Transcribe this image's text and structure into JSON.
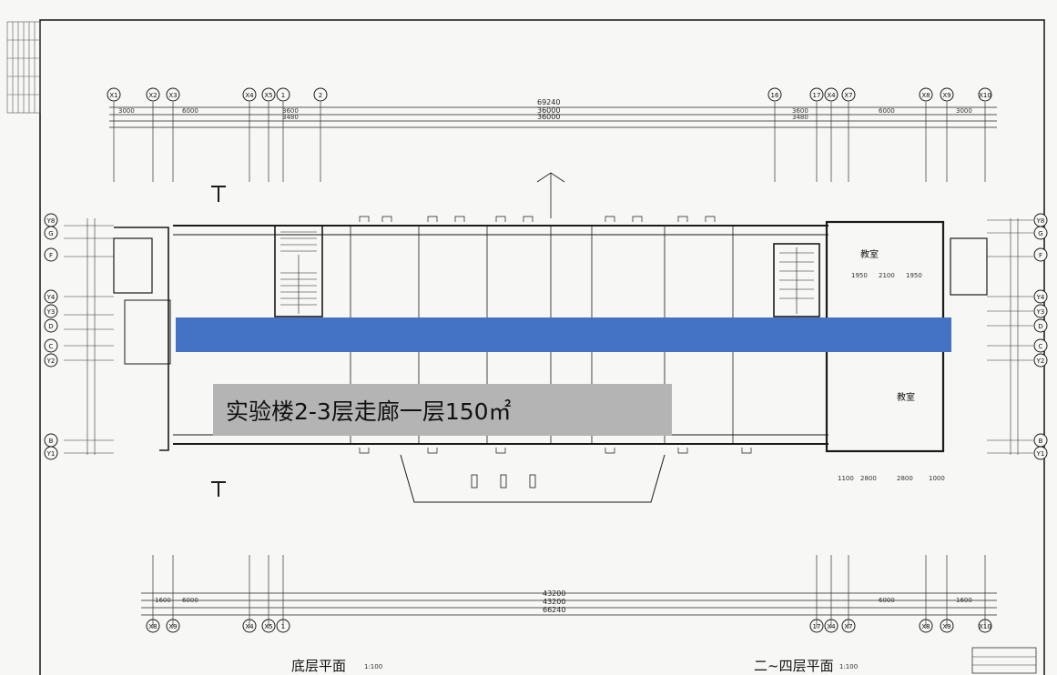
{
  "caption": {
    "text": "实验楼2-3层走廊一层150㎡"
  },
  "drawing": {
    "top_total": "69240",
    "top_sub_1": "36000",
    "top_sub_2": "36000",
    "bottom_total_1": "43200",
    "bottom_total_2": "43200",
    "bottom_total_3": "66240",
    "plan_label_ground": "底层平面",
    "plan_label_upper": "二~四层平面",
    "room_label": "教室",
    "top_axis_labels": [
      "X1",
      "X2",
      "X3",
      "X4",
      "X5",
      "1",
      "2",
      "16",
      "17",
      "X4",
      "X7",
      "X8",
      "X9",
      "X10"
    ],
    "left_axis_labels": [
      "Y8",
      "G",
      "F",
      "Y4",
      "Y3",
      "D",
      "C",
      "Y2",
      "B",
      "Y1"
    ],
    "right_axis_labels": [
      "Y8",
      "G",
      "F",
      "Y4",
      "Y3",
      "D",
      "C",
      "Y2",
      "B",
      "Y1"
    ],
    "bottom_axis_labels": [
      "X8",
      "X9",
      "X4",
      "X5",
      "1",
      "17",
      "X4",
      "X7",
      "X8",
      "X9",
      "X10"
    ]
  },
  "colors": {
    "highlight": "#4472c4",
    "caption_bg": "#b4b4b4",
    "ink": "#1a1a1a"
  }
}
